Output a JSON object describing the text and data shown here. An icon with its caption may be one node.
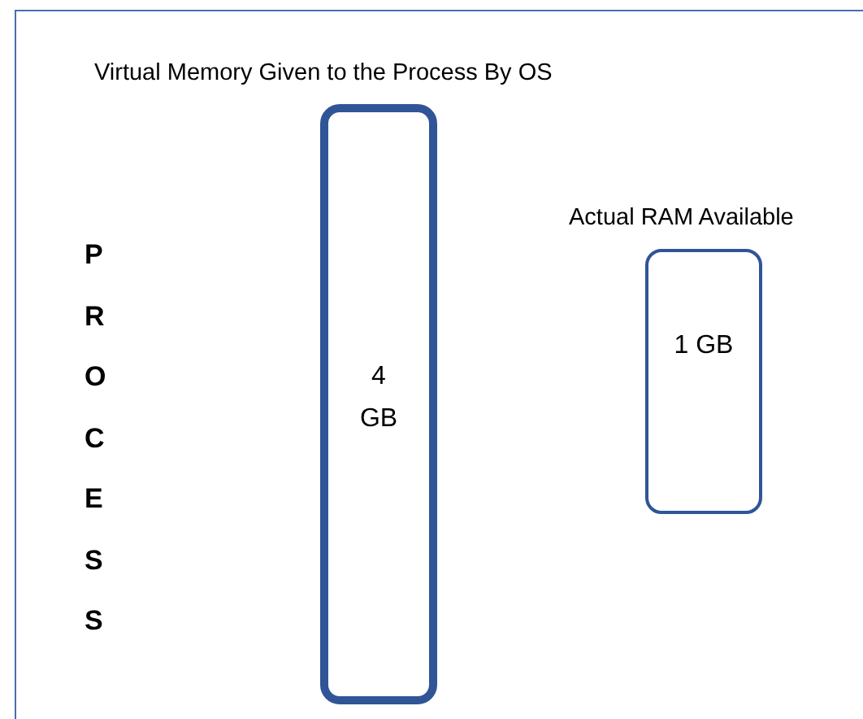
{
  "diagram": {
    "nodes": [
      {
        "text": [
          "Virtual Memory Given to the Process By OS",
          "4 GB"
        ]
      },
      {
        "text": [
          "Actual RAM Available",
          "1 GB"
        ]
      }
    ],
    "labels": [
      "PROCESS"
    ]
  }
}
